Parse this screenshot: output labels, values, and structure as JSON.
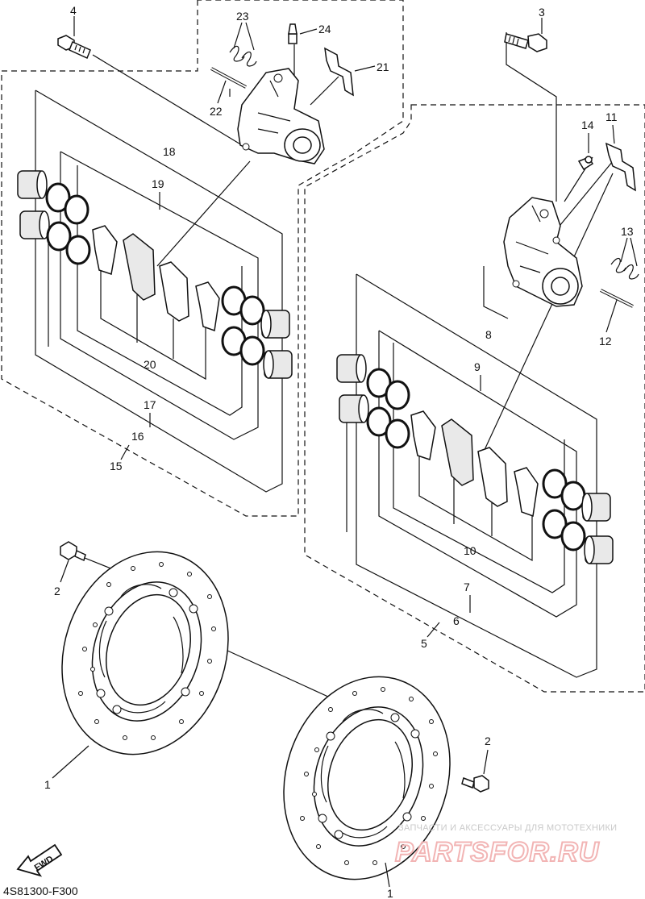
{
  "diagram_code": "4S81300-F300",
  "fwd_label": "FWD",
  "watermark": {
    "tagline": "ЗАПЧАСТИ И АКСЕССУАРЫ ДЛЯ МОТОТЕХНИКИ",
    "brand": "PARTSFOR.RU"
  },
  "callouts": [
    {
      "id": "c1a",
      "text": "1"
    },
    {
      "id": "c1b",
      "text": "1"
    },
    {
      "id": "c2a",
      "text": "2"
    },
    {
      "id": "c2b",
      "text": "2"
    },
    {
      "id": "c3",
      "text": "3"
    },
    {
      "id": "c4",
      "text": "4"
    },
    {
      "id": "c5",
      "text": "5"
    },
    {
      "id": "c6",
      "text": "6"
    },
    {
      "id": "c7",
      "text": "7"
    },
    {
      "id": "c8",
      "text": "8"
    },
    {
      "id": "c9",
      "text": "9"
    },
    {
      "id": "c10",
      "text": "10"
    },
    {
      "id": "c11",
      "text": "11"
    },
    {
      "id": "c12",
      "text": "12"
    },
    {
      "id": "c13",
      "text": "13"
    },
    {
      "id": "c14",
      "text": "14"
    },
    {
      "id": "c15",
      "text": "15"
    },
    {
      "id": "c16",
      "text": "16"
    },
    {
      "id": "c17",
      "text": "17"
    },
    {
      "id": "c18",
      "text": "18"
    },
    {
      "id": "c19",
      "text": "19"
    },
    {
      "id": "c20",
      "text": "20"
    },
    {
      "id": "c21",
      "text": "21"
    },
    {
      "id": "c22",
      "text": "22"
    },
    {
      "id": "c23",
      "text": "23"
    },
    {
      "id": "c24",
      "text": "24"
    }
  ]
}
